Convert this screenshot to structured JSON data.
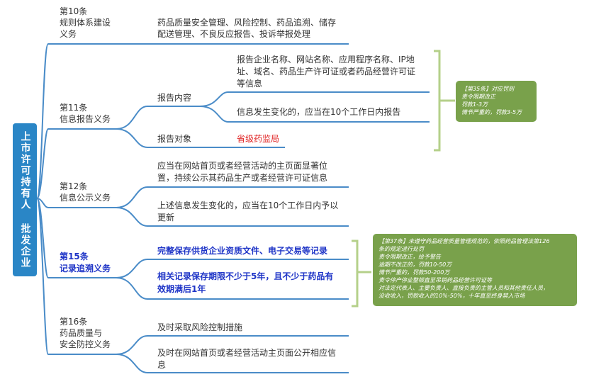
{
  "root": {
    "label": "上市许可持有人  批发企业"
  },
  "branches": [
    {
      "id": "b10",
      "lines": [
        "第10条",
        "规则体系建设",
        "义务"
      ],
      "items": [
        [
          "药品质量安全管理、风险控制、药品追溯、储存",
          "配送管理、不良反应报告、投诉举报处理"
        ]
      ]
    },
    {
      "id": "b11",
      "lines": [
        "第11条",
        "信息报告义务"
      ],
      "sub": [
        {
          "label": "报告内容",
          "items": [
            [
              "报告企业名称、网站名称、应用程序名称、IP地",
              "址、域名、药品生产许可证或者药品经营许可证",
              "等信息"
            ],
            [
              "信息发生变化的，应当在10个工作日内报告"
            ]
          ]
        },
        {
          "label": "报告对象",
          "items": [
            [
              "省级药监局"
            ]
          ]
        }
      ]
    },
    {
      "id": "b12",
      "lines": [
        "第12条",
        "信息公示义务"
      ],
      "items": [
        [
          "应当在网站首页或者经营活动的主页面显著位",
          "置，持续公示其药品生产或者经营许可证信息"
        ],
        [
          "上述信息发生变化的，应当在10个工作日内予以",
          "更新"
        ]
      ]
    },
    {
      "id": "b15",
      "lines": [
        "第15条",
        "记录追溯义务"
      ],
      "items": [
        [
          "完整保存供货企业资质文件、电子交易等记录"
        ],
        [
          "相关记录保存期限不少于5年，且不少于药品有",
          "效期满后1年"
        ]
      ]
    },
    {
      "id": "b16",
      "lines": [
        "第16条",
        "药品质量与",
        "安全防控义务"
      ],
      "items": [
        [
          "及时采取风险控制措施"
        ],
        [
          "及时在网站首页或者经营活动主页面公开相应信",
          "息"
        ]
      ]
    }
  ],
  "penalty1": [
    "【第35条】对应罚则",
    "责令限期改正",
    "罚款1-3万",
    "情节严重的，罚款3-5万"
  ],
  "penalty2": [
    "【第37条】未遵守药品经营质量管理规范的，依照药品管理法第126",
    "条的规定进行处罚",
    "责令限期改正，给予警告",
    "逾期不改正的，罚款10-50万",
    "情节严重的，罚款50-200万",
    "责令停产停业整顿直至吊销药品经营许可证等",
    "对法定代表人、主要负责人、直接负责的主管人员和其他责任人员，",
    "没收收入，罚款收入的10%-50%，十年直至终身禁入市场"
  ],
  "colors": {
    "root": "#2a86c6",
    "line": "#4a8cc8",
    "bracket": "#b5d08a",
    "penalty": "#79a14b",
    "emph": "#1f35c7",
    "red": "#e02020"
  }
}
